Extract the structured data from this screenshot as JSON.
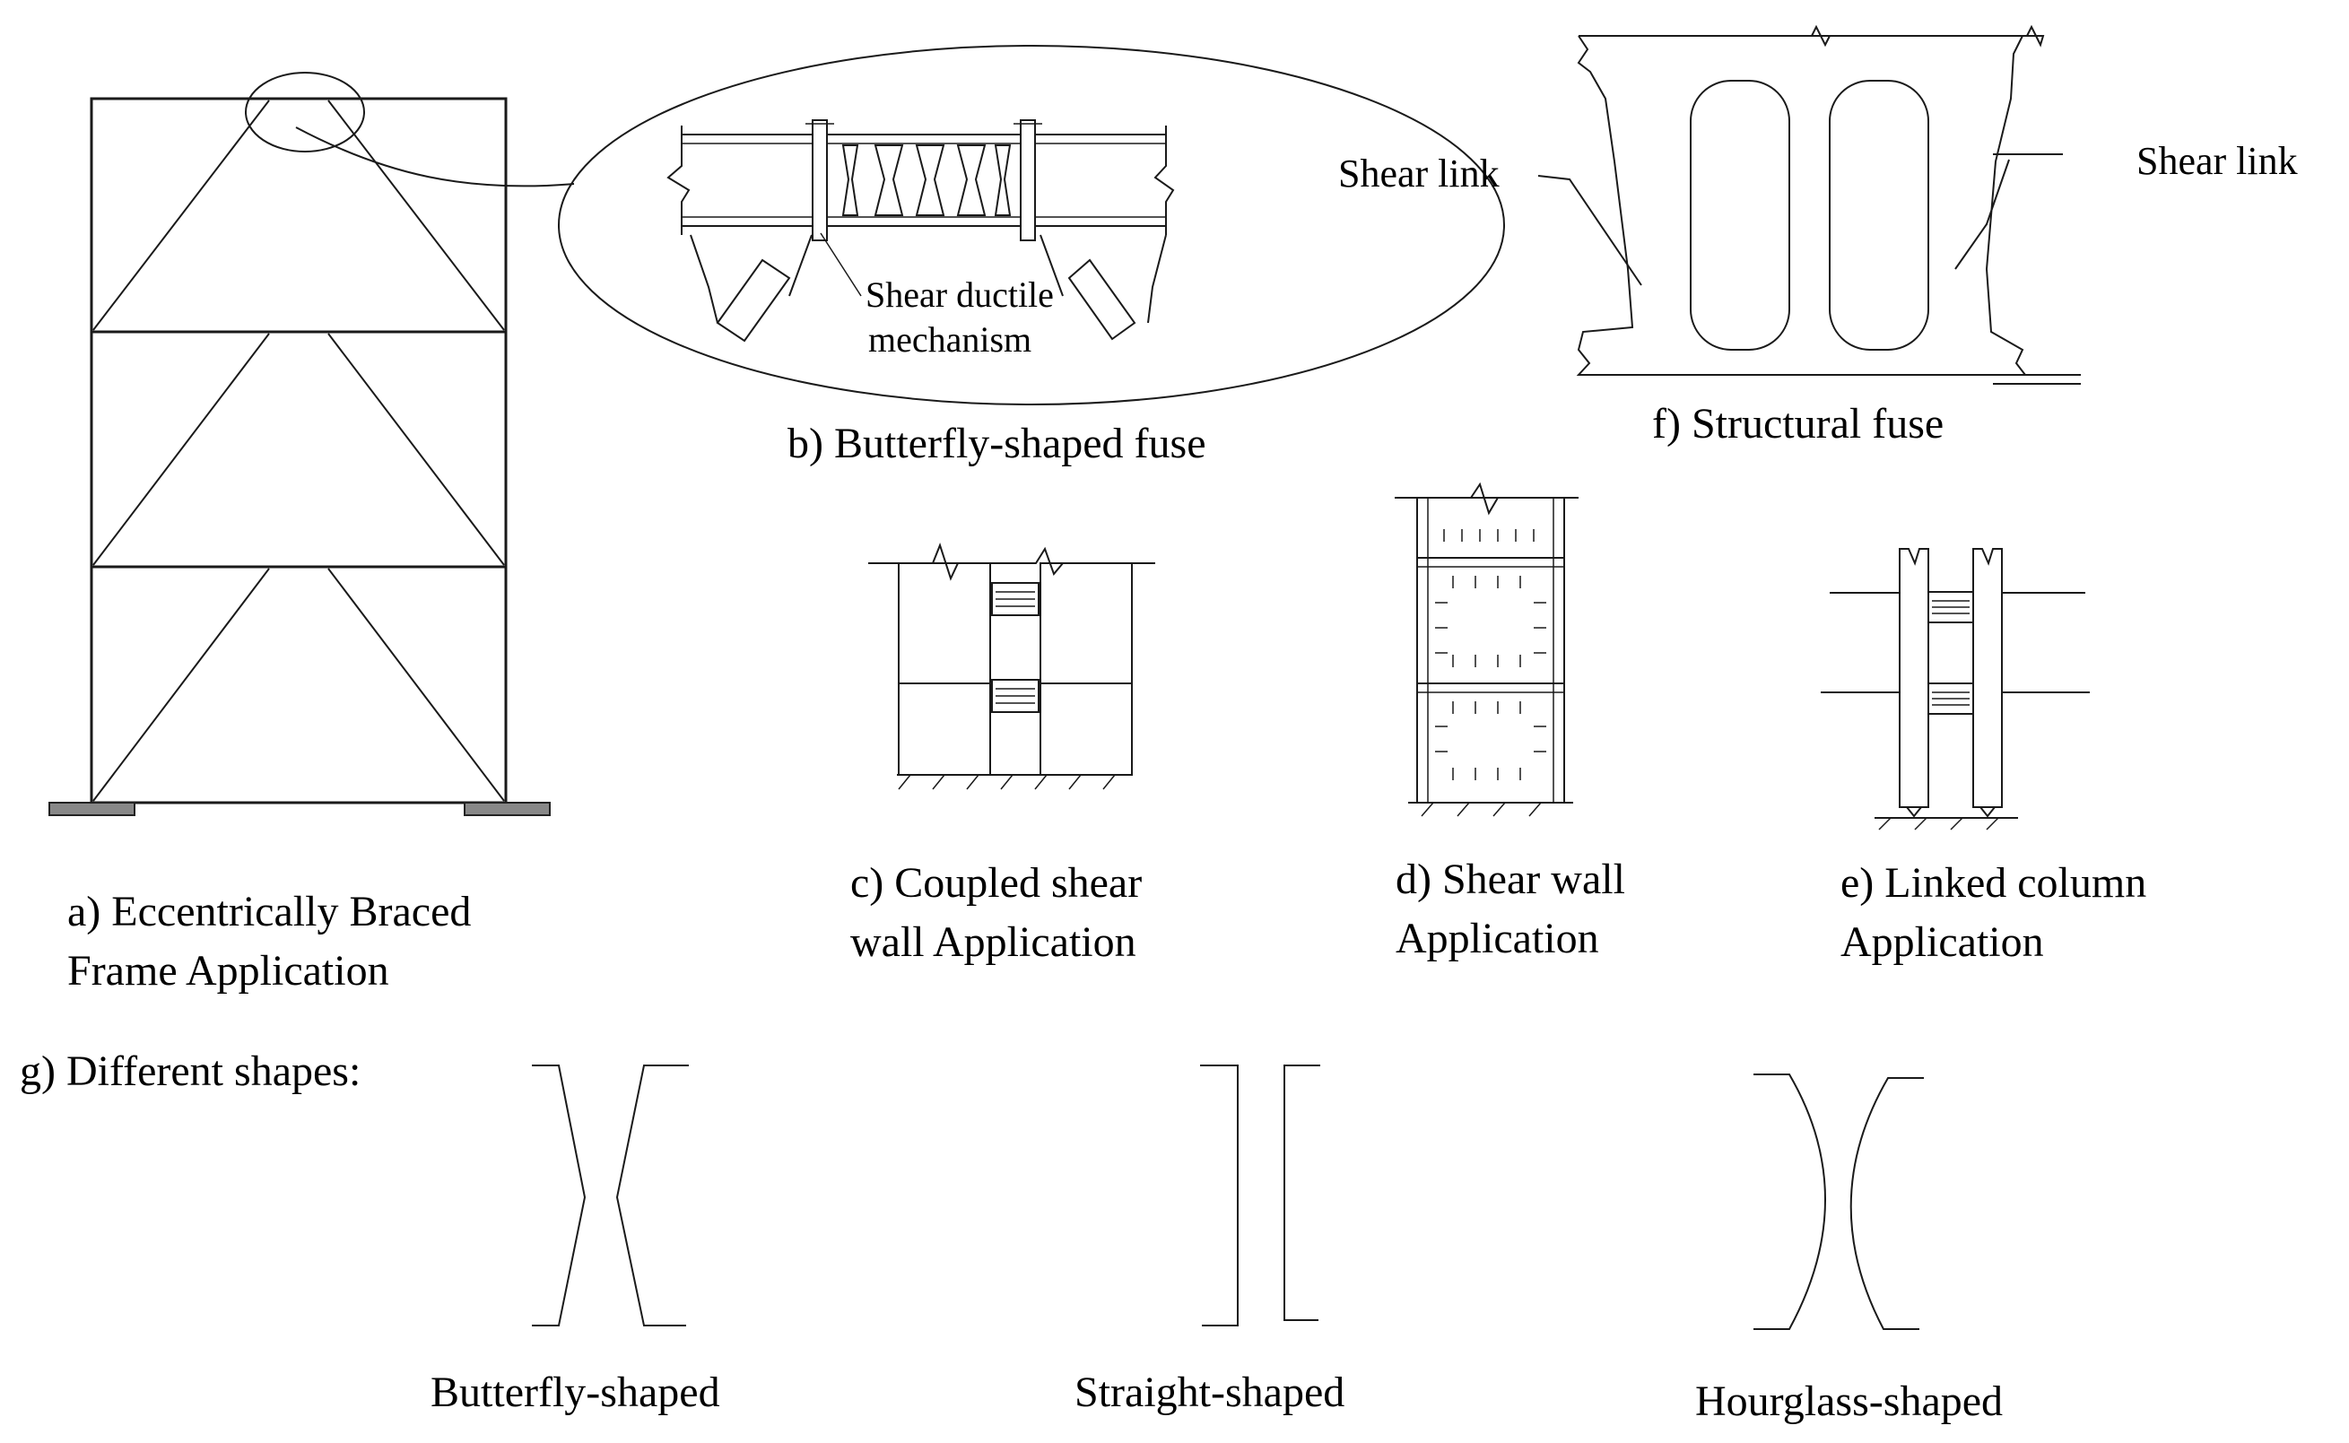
{
  "panel_a": {
    "caption_line1": "a) Eccentrically Braced",
    "caption_line2": "Frame Application"
  },
  "panel_b": {
    "caption": "b) Butterfly-shaped fuse",
    "callout_line1": "Shear ductile",
    "callout_line2": "mechanism"
  },
  "panel_c": {
    "caption_line1": "c) Coupled shear",
    "caption_line2": "wall Application"
  },
  "panel_d": {
    "caption_line1": "d) Shear wall",
    "caption_line2": "Application"
  },
  "panel_e": {
    "caption_line1": "e) Linked column",
    "caption_line2": "Application"
  },
  "panel_f": {
    "caption": "f) Structural fuse",
    "label_left": "Shear link",
    "label_right": "Shear link"
  },
  "panel_g": {
    "heading": "g) Different shapes:",
    "shapes": [
      "Butterfly-shaped",
      "Straight-shaped",
      "Hourglass-shaped"
    ]
  }
}
